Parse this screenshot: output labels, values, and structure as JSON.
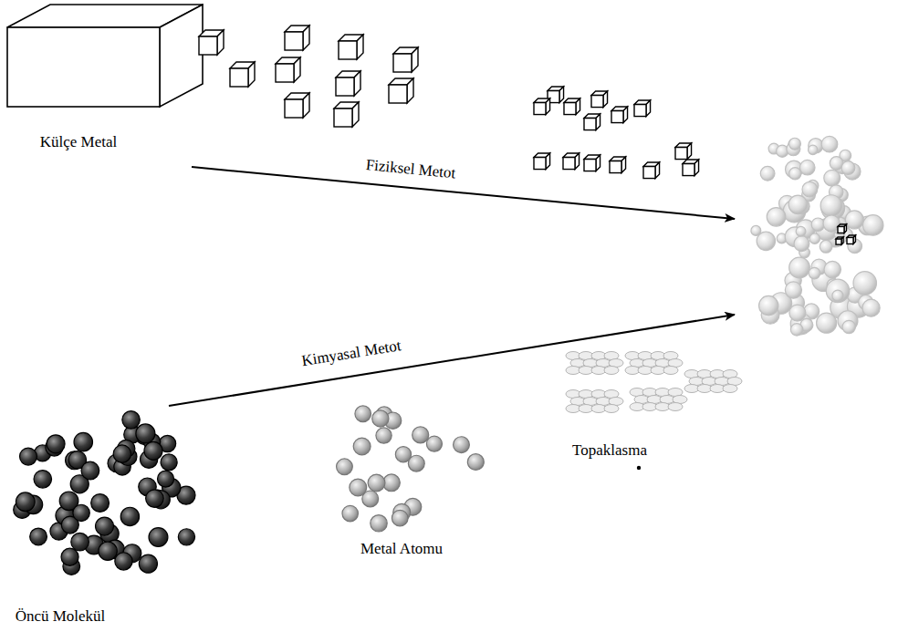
{
  "diagram": {
    "labels": [
      "Külçe Metal",
      "Fiziksel Metot",
      "Kimyasal Metot",
      "Topaklasma",
      "Metal Atomu",
      "Öncü Molekül"
    ]
  }
}
